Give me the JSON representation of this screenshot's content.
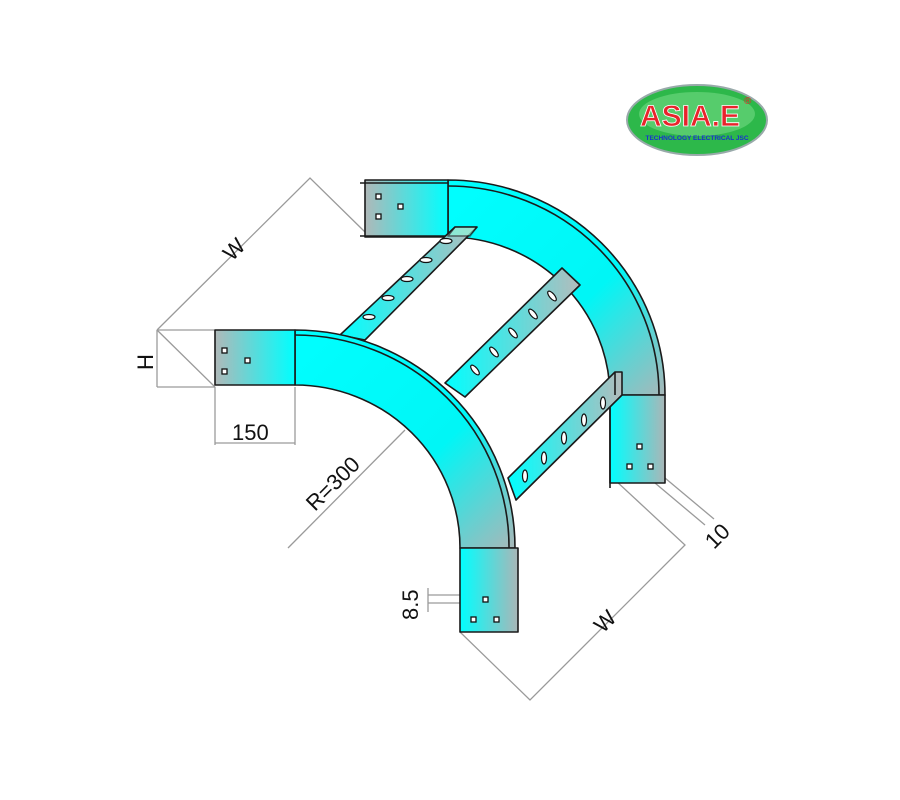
{
  "logo": {
    "brand": "ASIA.E",
    "registered": "®",
    "tagline": "TECHNOLOGY ELECTRICAL JSC",
    "colors": {
      "oval": "#2db84a",
      "brand_text": "#e8242b",
      "tagline": "#1a2fd0"
    }
  },
  "dimensions": {
    "width_top": "W",
    "height": "H",
    "straight_length": "150",
    "radius": "R=300",
    "hole_offset": "8.5",
    "flange": "10",
    "width_bottom": "W"
  },
  "colors": {
    "tray_light": "#00FFFF",
    "tray_dark": "#AEB9BA",
    "dimension_line": "#9a9a9a"
  }
}
